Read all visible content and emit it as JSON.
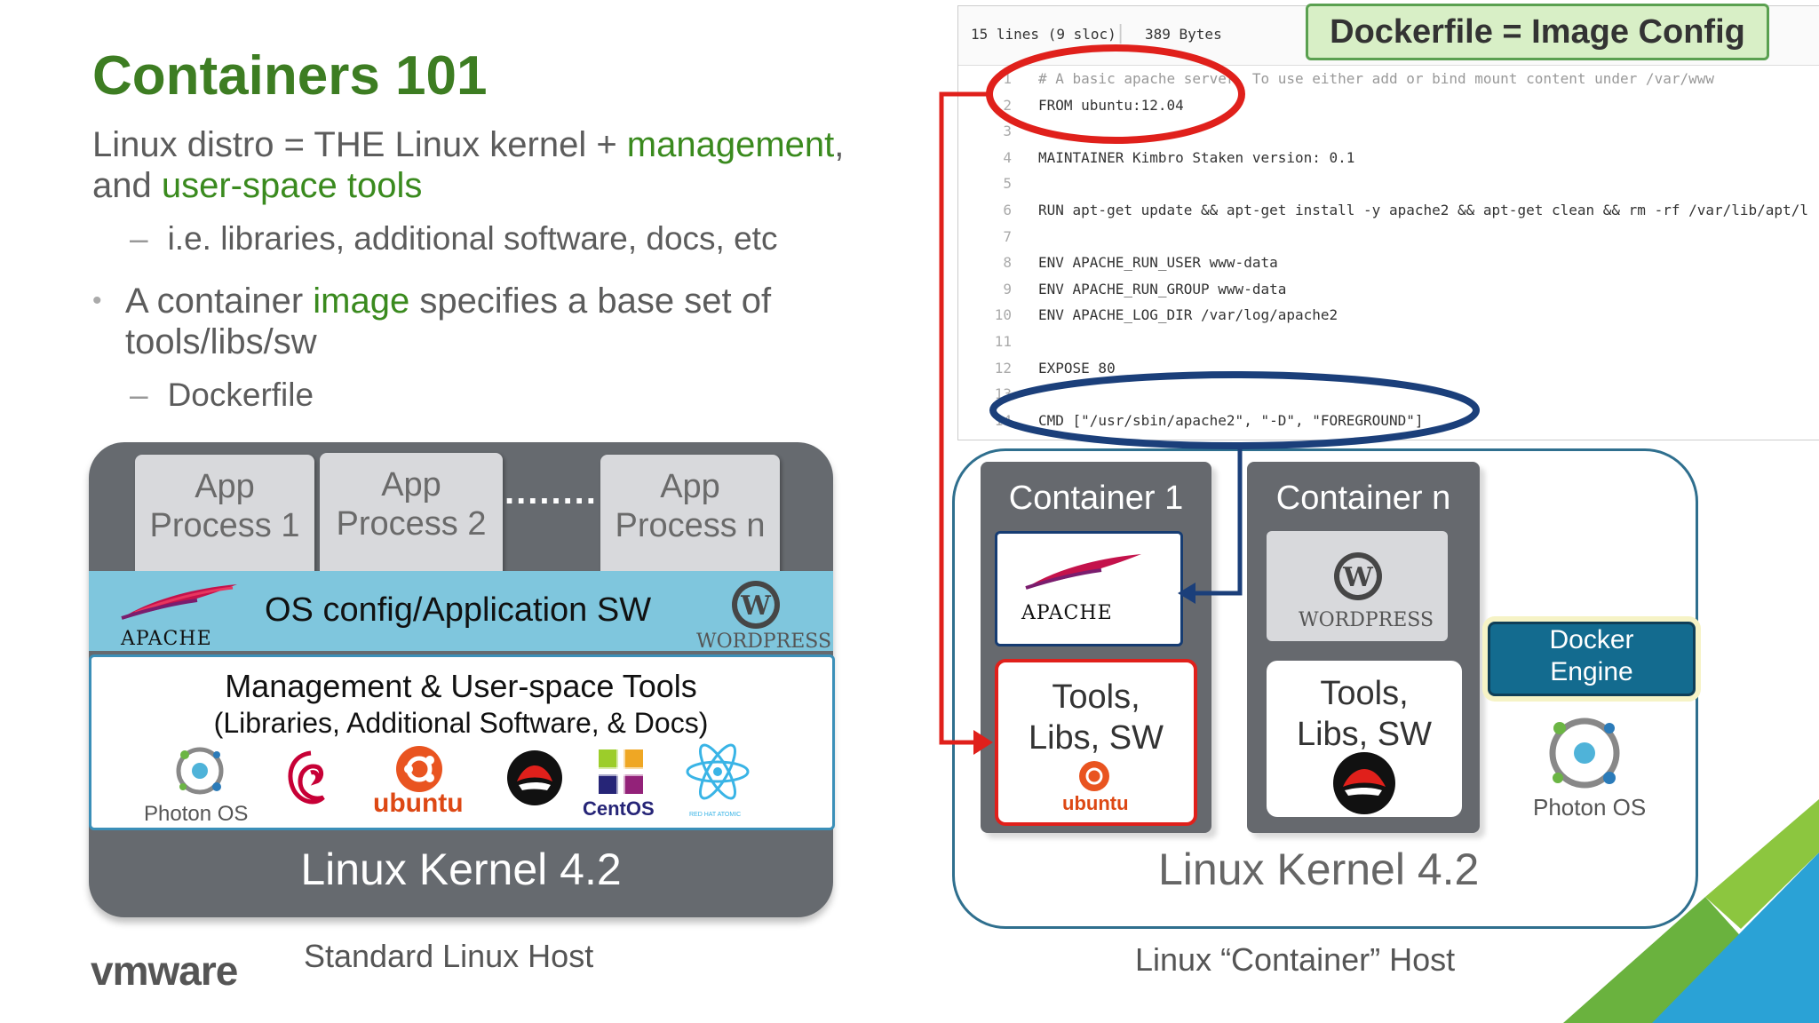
{
  "slide": {
    "title": "Containers 101",
    "bullet1": {
      "p1": "Linux distro = THE Linux kernel + ",
      "g1": "management",
      "p2": ",",
      "p3": "and ",
      "g2": "user-space tools"
    },
    "sub1": "i.e. libraries, additional software, docs, etc",
    "bullet2": {
      "p1": "A container ",
      "g1": "image",
      "p2": " specifies a base set of",
      "p3": "tools/libs/sw"
    },
    "sub2": "Dockerfile",
    "dash": "–",
    "dot": "•"
  },
  "left_host": {
    "apps": [
      {
        "l1": "App",
        "l2": "Process 1"
      },
      {
        "l1": "App",
        "l2": "Process 2"
      },
      {
        "l1": "App",
        "l2": "Process n"
      }
    ],
    "dots": "........",
    "os_config": "OS config/Application SW",
    "apache_label": "APACHE",
    "wordpress_label": "WORDPRESS",
    "mgmt_title": "Management & User-space Tools",
    "mgmt_sub": "(Libraries, Additional Software, & Docs)",
    "logos": [
      "Photon OS",
      "ubuntu",
      "CentOS",
      "RED HAT ATOMIC"
    ],
    "kernel": "Linux Kernel 4.2",
    "caption": "Standard Linux Host"
  },
  "dockerfile": {
    "header_lines": "15 lines (9 sloc)",
    "header_bytes": "389 Bytes",
    "label": "Dockerfile = Image Config",
    "lines": [
      {
        "n": "1",
        "t": "# A basic apache server. To use either add or bind mount content under /var/www"
      },
      {
        "n": "2",
        "t": "FROM ubuntu:12.04"
      },
      {
        "n": "3",
        "t": ""
      },
      {
        "n": "4",
        "t": "MAINTAINER Kimbro Staken version: 0.1"
      },
      {
        "n": "5",
        "t": ""
      },
      {
        "n": "6",
        "t": "RUN apt-get update && apt-get install -y apache2 && apt-get clean && rm -rf /var/lib/apt/l"
      },
      {
        "n": "7",
        "t": ""
      },
      {
        "n": "8",
        "t": "ENV APACHE_RUN_USER www-data"
      },
      {
        "n": "9",
        "t": "ENV APACHE_RUN_GROUP www-data"
      },
      {
        "n": "10",
        "t": "ENV APACHE_LOG_DIR /var/log/apache2"
      },
      {
        "n": "11",
        "t": ""
      },
      {
        "n": "12",
        "t": "EXPOSE 80"
      },
      {
        "n": "13",
        "t": ""
      },
      {
        "n": "14",
        "t": "CMD [\"/usr/sbin/apache2\", \"-D\", \"FOREGROUND\"]"
      }
    ]
  },
  "right_host": {
    "container1": "Container 1",
    "containern": "Container n",
    "apache_label": "APACHE",
    "wordpress_label": "WORDPRESS",
    "tools1": [
      "Tools,",
      "Libs, SW"
    ],
    "tools2": [
      "Tools,",
      "Libs, SW"
    ],
    "ubuntu": "ubuntu",
    "docker": [
      "Docker",
      "Engine"
    ],
    "photon": "Photon OS",
    "kernel": "Linux Kernel 4.2",
    "caption": "Linux “Container” Host"
  },
  "brand": "vmware",
  "colors": {
    "green": "#3a8a1e",
    "red": "#e0201b",
    "navy": "#1b3f7a",
    "docker_blue": "#136b8f"
  }
}
